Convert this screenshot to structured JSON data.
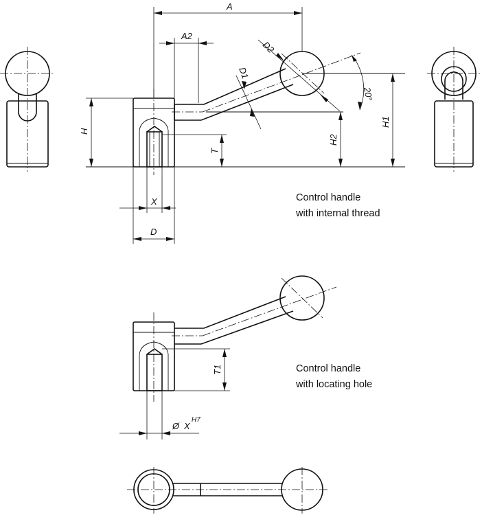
{
  "dimensions": {
    "A": "A",
    "A2": "A2",
    "D1": "D1",
    "D2": "D2",
    "angle": "20°",
    "H": "H",
    "H1": "H1",
    "H2": "H2",
    "T": "T",
    "X": "X",
    "D": "D",
    "T1": "T1",
    "dia_prefix": "Ø",
    "dia_var": "X",
    "tolerance": "H7"
  },
  "captions": {
    "internal_thread": [
      "Control handle",
      "with internal thread"
    ],
    "locating_hole": [
      "Control handle",
      "with locating hole"
    ]
  }
}
